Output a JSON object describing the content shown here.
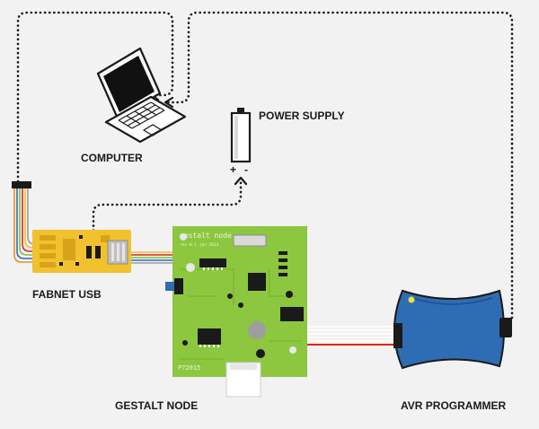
{
  "labels": {
    "computer": "COMPUTER",
    "power_supply": "POWER SUPPLY",
    "fabnet_usb": "FABNET USB",
    "gestalt_node": "GESTALT NODE",
    "avr_programmer": "AVR PROGRAMMER",
    "plus": "+",
    "minus": "-"
  },
  "board_text": {
    "title": "gestalt node",
    "version": "rev 0.1  jan 2014",
    "serial": "P72015"
  },
  "colors": {
    "background": "#f2f2f2",
    "pcb_green": "#8dc63f",
    "fabnet_yellow": "#f2c12e",
    "programmer_blue": "#2e6db4",
    "dotted_line": "#1a1a1a",
    "wire_red": "#e2231a"
  },
  "icons": {
    "computer": "laptop-icon",
    "power_supply": "battery-icon",
    "programmer": "avr-programmer-icon"
  }
}
